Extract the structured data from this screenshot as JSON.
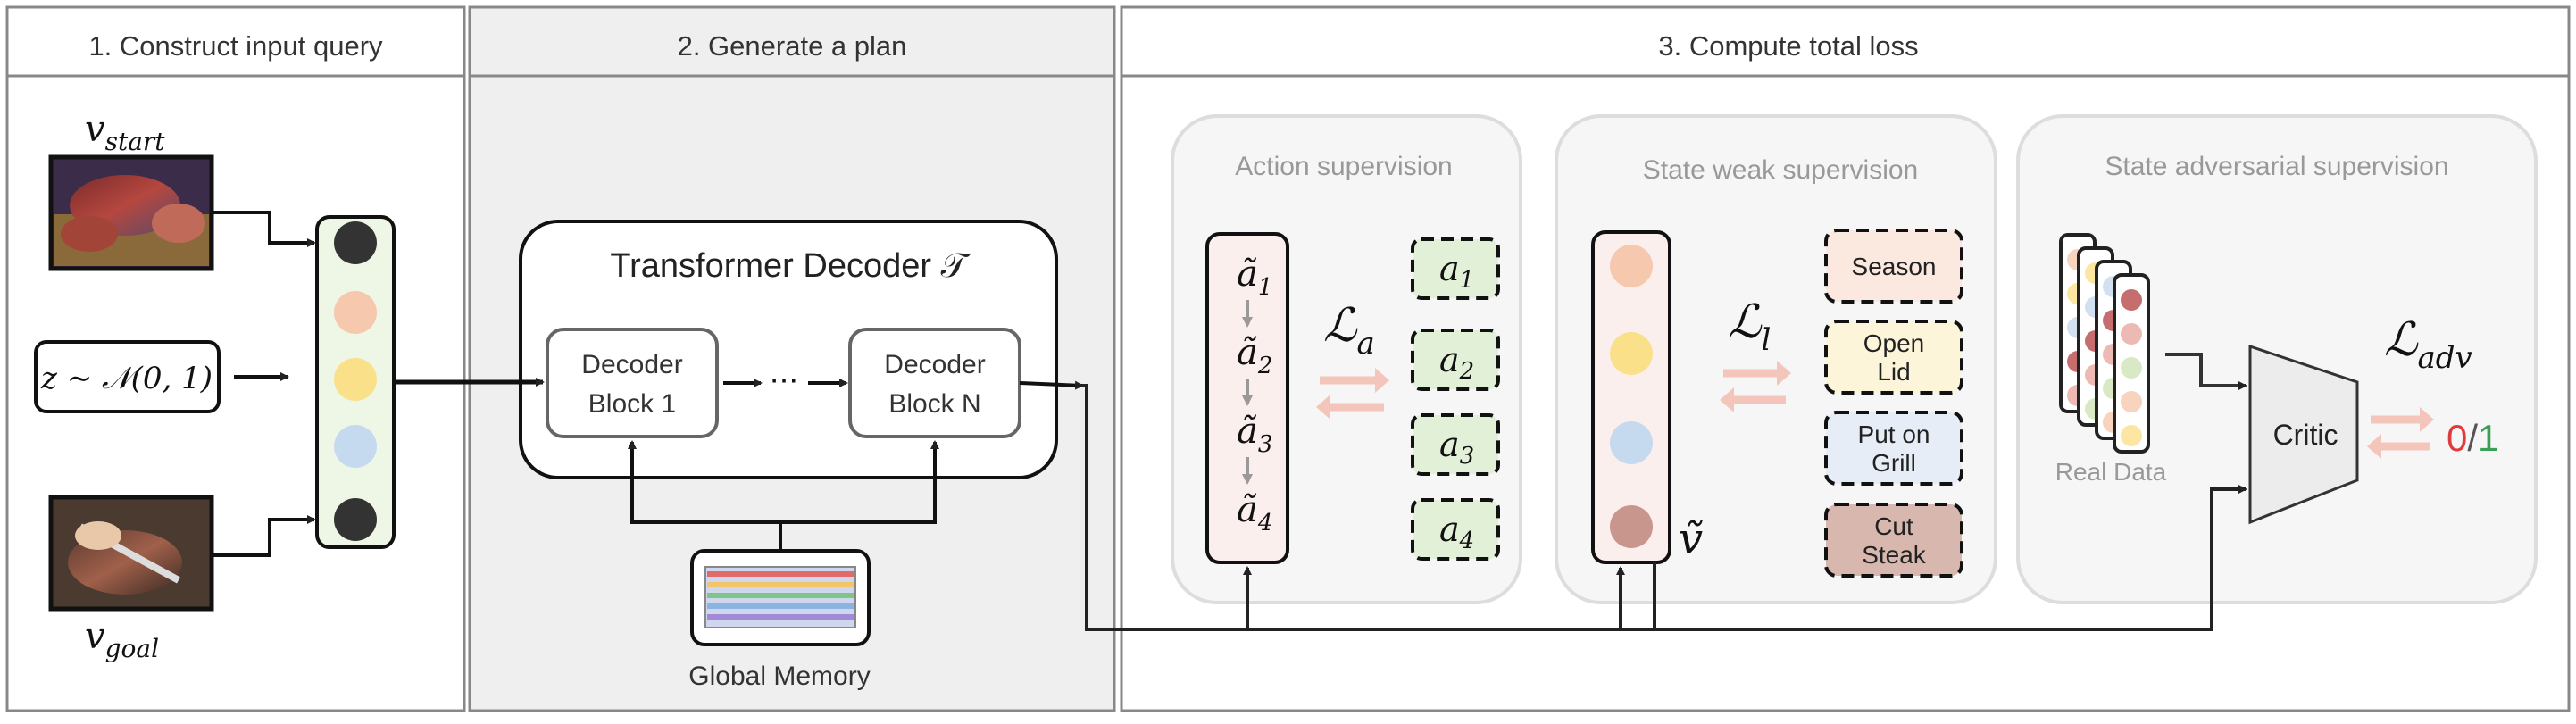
{
  "panels": {
    "p1": {
      "title": "1. Construct input query"
    },
    "p2": {
      "title": "2. Generate a plan"
    },
    "p3": {
      "title": "3. Compute total loss"
    }
  },
  "query": {
    "v_start": "v",
    "v_start_sub": "start",
    "v_goal": "v",
    "v_goal_sub": "goal",
    "noise": "z ∼ 𝒩(0, 1)",
    "token_colors": [
      "#333333",
      "#f6c8ae",
      "#fbe08a",
      "#c5d9ef",
      "#333333"
    ]
  },
  "plan": {
    "decoder_title": "Transformer Decoder 𝒯",
    "block1_line1": "Decoder",
    "block1_line2": "Block 1",
    "blockN_line1": "Decoder",
    "blockN_line2": "Block N",
    "ellipsis": "···",
    "memory_label": "Global Memory",
    "memory_colors": [
      "#e06b6b",
      "#f1c56b",
      "#7cc783",
      "#8ab4e0",
      "#a08ad8"
    ]
  },
  "loss": {
    "action": {
      "title": "Action supervision",
      "pred_base": "ã",
      "pred_subs": [
        "1",
        "2",
        "3",
        "4"
      ],
      "gt_base": "a",
      "gt_subs": [
        "1",
        "2",
        "3",
        "4"
      ],
      "loss_base": "ℒ",
      "loss_sub": "a"
    },
    "state": {
      "title": "State weak supervision",
      "state_colors": [
        "#f6c8ae",
        "#fbe08a",
        "#c5d9ef",
        "#c9968e"
      ],
      "labels": [
        {
          "line1": "Season",
          "line2": "",
          "color": "#fbe9df"
        },
        {
          "line1": "Open",
          "line2": "Lid",
          "color": "#fdf5d9"
        },
        {
          "line1": "Put on",
          "line2": "Grill",
          "color": "#e6edf7"
        },
        {
          "line1": "Cut",
          "line2": "Steak",
          "color": "#d7b7ae"
        }
      ],
      "loss_base": "ℒ",
      "loss_sub": "l",
      "v_tilde": "ṽ"
    },
    "adversarial": {
      "title": "State adversarial supervision",
      "real_data": "Real Data",
      "critic": "Critic",
      "loss_base": "ℒ",
      "loss_sub": "adv",
      "zero": "0",
      "slash": "/",
      "one": "1"
    }
  },
  "colors": {
    "action_gt_fill": "#e3f0d8",
    "pred_fill": "#fbefee",
    "token_bar_fill": "#eef6e6",
    "exchange_arrow": "#f4c6bb",
    "zero": "#e03b3b",
    "one": "#3aa055"
  }
}
